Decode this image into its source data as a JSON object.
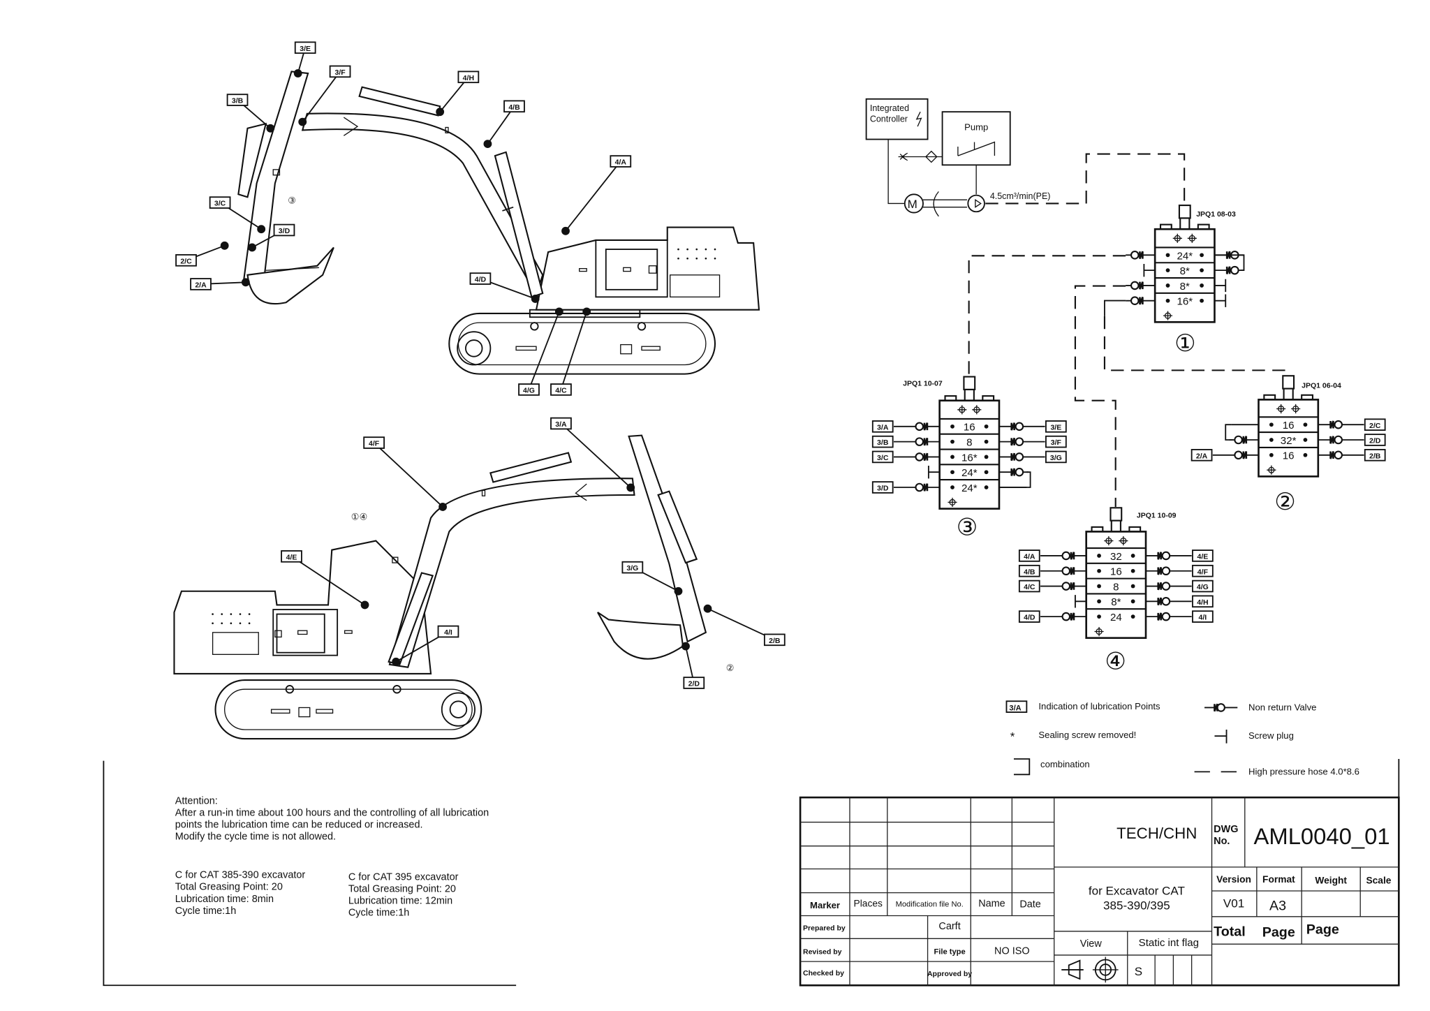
{
  "excavator_top": {
    "labels": [
      "3/E",
      "3/F",
      "4/H",
      "3/B",
      "4/B",
      "4/A",
      "3/C",
      "3/D",
      "2/C",
      "2/A",
      "4/D",
      "4/G",
      "4/C"
    ],
    "markers": [
      "③"
    ]
  },
  "excavator_bottom": {
    "labels": [
      "3/A",
      "4/F",
      "4/E",
      "4/I",
      "3/G",
      "2/B",
      "2/D"
    ],
    "markers": [
      "①④",
      "②"
    ]
  },
  "schematic": {
    "controller_line1": "Integrated",
    "controller_line2": "Controller",
    "pump": "Pump",
    "motor": "M",
    "flow": "4.5cm³/min(PE)",
    "distributors": [
      {
        "number": "①",
        "model": "JPQ1 08-03",
        "rows": [
          {
            "value": "24*",
            "left": "valve",
            "right": "valve-link"
          },
          {
            "value": "8*",
            "left": "plug",
            "right": "valve"
          },
          {
            "value": "8*",
            "left": "valve",
            "right": "plug"
          },
          {
            "value": "16*",
            "left": "valve",
            "right": "plug"
          }
        ]
      },
      {
        "number": "②",
        "model": "JPQ1 06-04",
        "rows": [
          {
            "value": "16",
            "left": "link",
            "right": "2/C"
          },
          {
            "value": "32*",
            "left": "valve-link",
            "right": "2/D"
          },
          {
            "value": "16",
            "left": "2/A",
            "right": "2/B"
          }
        ]
      },
      {
        "number": "③",
        "model": "JPQ1 10-07",
        "rows": [
          {
            "value": "16",
            "left": "3/A",
            "right": "3/E"
          },
          {
            "value": "8",
            "left": "3/B",
            "right": "3/F"
          },
          {
            "value": "16*",
            "left": "3/C",
            "right": "3/G"
          },
          {
            "value": "24*",
            "left": "plug",
            "right": "valve-link"
          },
          {
            "value": "24*",
            "left": "3/D",
            "right": "link"
          }
        ]
      },
      {
        "number": "④",
        "model": "JPQ1 10-09",
        "rows": [
          {
            "value": "32",
            "left": "4/A",
            "right": "4/E"
          },
          {
            "value": "16",
            "left": "4/B",
            "right": "4/F"
          },
          {
            "value": "8",
            "left": "4/C",
            "right": "4/G"
          },
          {
            "value": "8*",
            "left": "plug",
            "right": "4/H"
          },
          {
            "value": "24",
            "left": "4/D",
            "right": "4/I"
          }
        ]
      }
    ]
  },
  "legend": {
    "tag_sample": "3/A",
    "indication": "Indication of lubrication Points",
    "star": "*",
    "sealing": "Sealing screw removed!",
    "combination": "combination",
    "non_return": "Non return Valve",
    "screw_plug": "Screw plug",
    "hose": "High pressure hose 4.0*8.6"
  },
  "notes": {
    "attention_title": "Attention:",
    "attention_lines": [
      "After a run-in time about 100 hours and the controlling of all lubrication",
      "points the lubrication time can be reduced or increased.",
      "Modify the cycle time is not allowed."
    ],
    "spec_a": [
      "C    for CAT 385-390 excavator",
      "Total Greasing Point: 20",
      "Lubrication time:   8min",
      "Cycle time:1h"
    ],
    "spec_b": [
      "C    for CAT 395 excavator",
      "Total Greasing Point: 20",
      "Lubrication time:   12min",
      "Cycle time:1h"
    ]
  },
  "title_block": {
    "company": "TECH/CHN",
    "dwg_label_1": "DWG",
    "dwg_label_2": "No.",
    "dwg_no": "AML0040_01",
    "subject_1": "for Excavator CAT",
    "subject_2": "385-390/395",
    "marker": "Marker",
    "places": "Places",
    "modification": "Modification file No.",
    "name": "Name",
    "date": "Date",
    "prepared_by": "Prepared by",
    "craft": "Carft",
    "revised_by": "Revised by",
    "file_type": "File type",
    "file_type_value": "NO ISO",
    "checked_by": "Checked by",
    "approved_by": "Approved by",
    "view": "View",
    "static_flag": "Static int flag",
    "flag_s": "S",
    "version": "Version",
    "format": "Format",
    "weight": "Weight",
    "scale": "Scale",
    "version_value": "V01",
    "format_value": "A3",
    "total": "Total",
    "page": "Page",
    "page2": "Page"
  }
}
